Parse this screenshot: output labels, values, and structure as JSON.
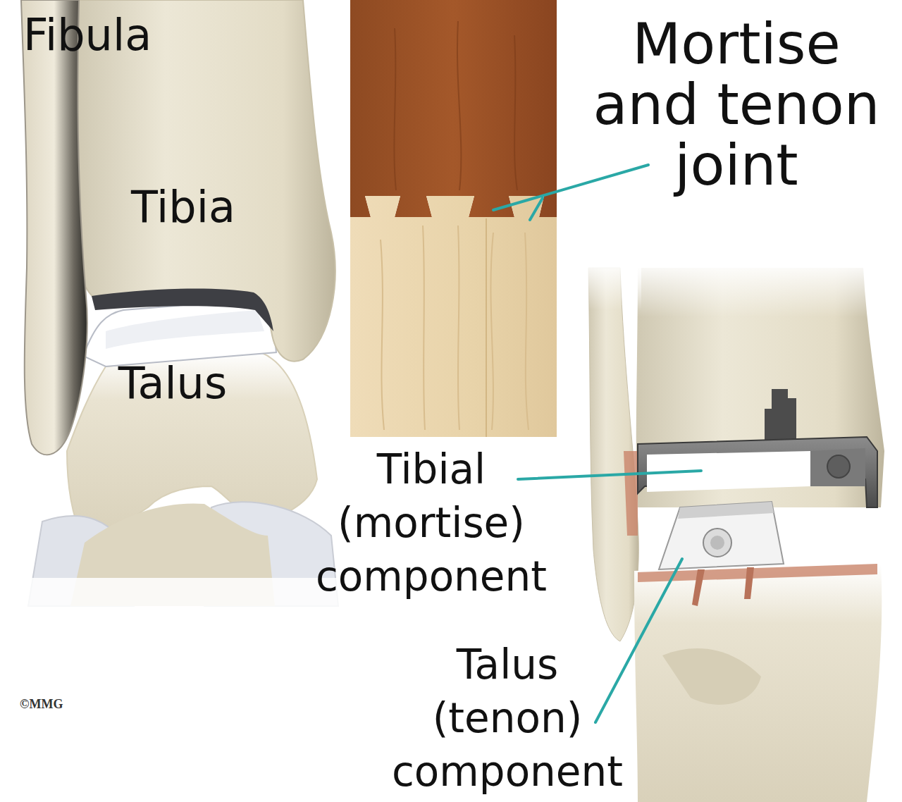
{
  "diagram": {
    "labels": [
      "Fibula",
      "Tibia",
      "Talus",
      "Mortise and tenon joint",
      "Tibial (mortise) component",
      "Talus (tenon) component",
      "©MMG"
    ]
  }
}
